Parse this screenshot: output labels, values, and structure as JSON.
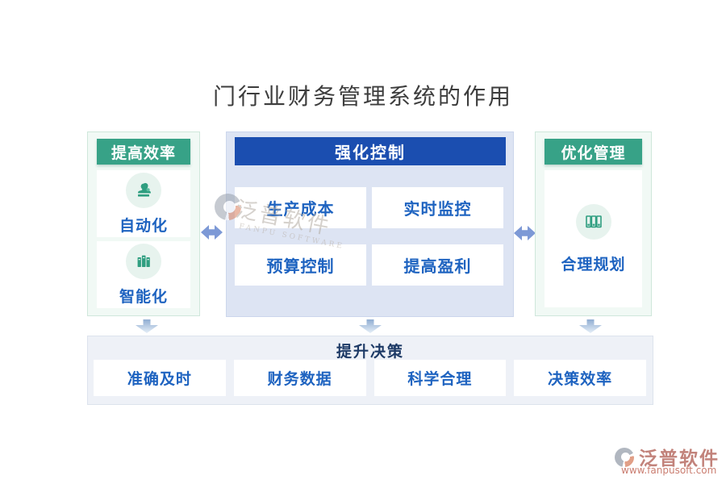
{
  "title": "门行业财务管理系统的作用",
  "panels": {
    "left": {
      "header": "提高效率",
      "items": [
        {
          "label": "自动化",
          "icon": "stamp-icon"
        },
        {
          "label": "智能化",
          "icon": "books-icon"
        }
      ]
    },
    "center": {
      "header": "强化控制",
      "items": [
        "生产成本",
        "实时监控",
        "预算控制",
        "提高盈利"
      ]
    },
    "right": {
      "header": "优化管理",
      "items": [
        {
          "label": "合理规划",
          "icon": "binder-icon"
        }
      ]
    },
    "bottom": {
      "header": "提升决策",
      "items": [
        "准确及时",
        "财务数据",
        "科学合理",
        "决策效率"
      ]
    }
  },
  "watermark": {
    "brand_cn": "泛普软件",
    "brand_en": "FANPU SOFTWARE",
    "url": "www.fanpusoft.com"
  },
  "colors": {
    "green_header": "#37a287",
    "green_panel_bg": "#f1f9f5",
    "blue_header": "#1b4eb0",
    "blue_panel_bg": "#dde4f3",
    "card_text_blue": "#1e63c0",
    "bottom_panel_bg": "#eef1f7",
    "bottom_title_navy": "#1d3a66",
    "arrow_blue": "#7d99d6",
    "icon_green": "#2f9e80",
    "watermark_red": "#c2837b"
  }
}
